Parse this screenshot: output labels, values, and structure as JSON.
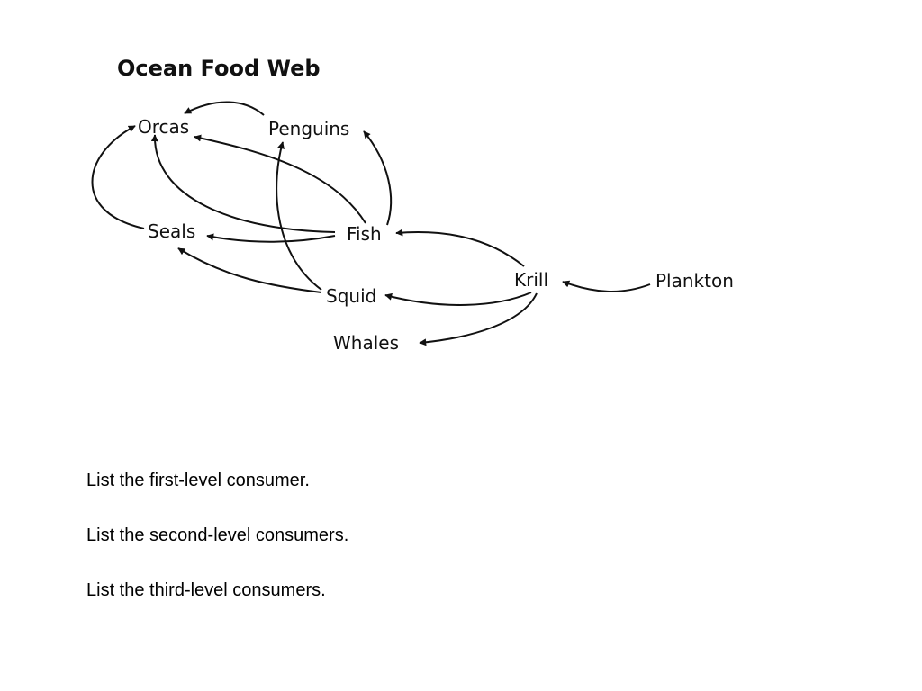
{
  "diagram": {
    "title": "Ocean Food Web",
    "nodes": {
      "orcas": "Orcas",
      "penguins": "Penguins",
      "seals": "Seals",
      "fish": "Fish",
      "squid": "Squid",
      "krill": "Krill",
      "plankton": "Plankton",
      "whales": "Whales"
    },
    "links": [
      {
        "from": "Plankton",
        "to": "Krill"
      },
      {
        "from": "Krill",
        "to": "Fish"
      },
      {
        "from": "Krill",
        "to": "Squid"
      },
      {
        "from": "Krill",
        "to": "Whales"
      },
      {
        "from": "Fish",
        "to": "Seals"
      },
      {
        "from": "Fish",
        "to": "Orcas"
      },
      {
        "from": "Fish",
        "to": "Penguins"
      },
      {
        "from": "Squid",
        "to": "Seals"
      },
      {
        "from": "Squid",
        "to": "Penguins"
      },
      {
        "from": "Seals",
        "to": "Orcas"
      },
      {
        "from": "Penguins",
        "to": "Orcas"
      }
    ]
  },
  "questions": [
    "List the first-level consumer.",
    "List the second-level consumers.",
    "List the third-level consumers."
  ]
}
